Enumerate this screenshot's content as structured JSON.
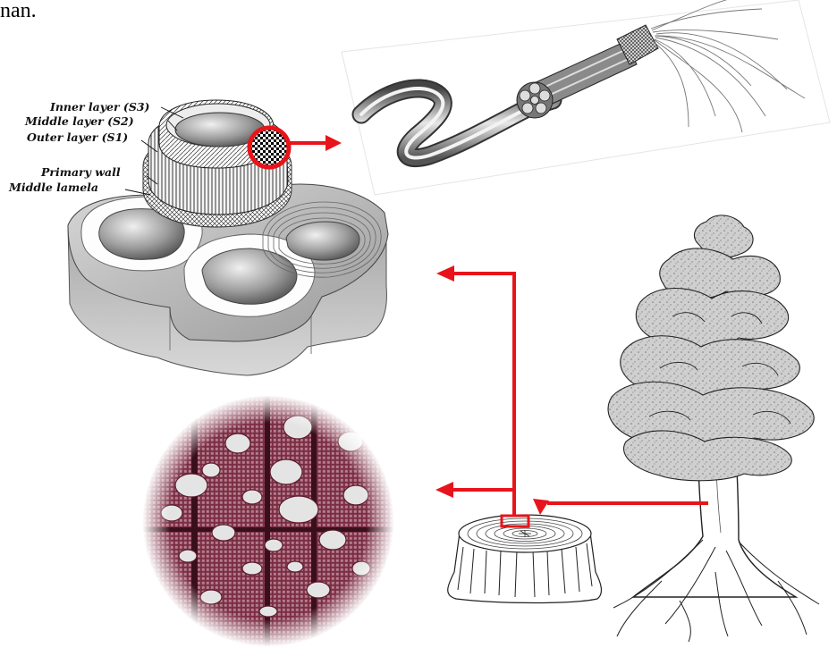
{
  "header_fragment": "nan.",
  "cell_wall_labels": {
    "inner_layer": "Inner layer (S3)",
    "middle_layer": "Middle layer (S2)",
    "outer_layer": "Outer layer (S1)",
    "primary_wall": "Primary wall",
    "middle_lamela": "Middle lamela"
  },
  "colors": {
    "arrow": "#e8141b",
    "wood_stain": "#7a2f45",
    "line_art": "#111111"
  },
  "icons": [
    "tree-illustration",
    "stump-illustration",
    "cell-wall-illustration",
    "microfibril-illustration",
    "micrograph"
  ]
}
